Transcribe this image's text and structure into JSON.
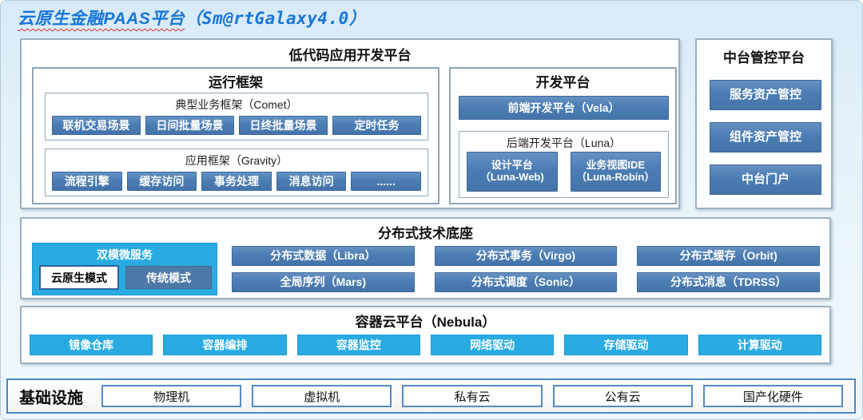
{
  "page": {
    "title_main": "云原生金融PAAS平台",
    "title_suffix": "（Sm@rtGalaxy4.0）"
  },
  "colors": {
    "title_blue": "#1876d7",
    "steel_blue": "#4b7db4",
    "cyan": "#29abe2",
    "wavy_underline_red": "#e0312b"
  },
  "low_code": {
    "title": "低代码应用开发平台",
    "runtime": {
      "title": "运行框架",
      "comet": {
        "title": "典型业务框架（Comet）",
        "buttons": [
          "联机交易场景",
          "日间批量场景",
          "日终批量场景",
          "定时任务"
        ]
      },
      "gravity": {
        "title": "应用框架（Gravity）",
        "buttons": [
          "流程引擎",
          "缓存访问",
          "事务处理",
          "消息访问",
          "......"
        ]
      }
    },
    "dev": {
      "title": "开发平台",
      "vela": "前端开发平台（Vela）",
      "luna": {
        "title": "后端开发平台（Luna）",
        "buttons": [
          {
            "line1": "设计平台",
            "line2": "（Luna-Web)"
          },
          {
            "line1": "业务视图IDE",
            "line2": "（Luna-Robin）"
          }
        ]
      }
    }
  },
  "middle_platform": {
    "title": "中台管控平台",
    "buttons": [
      "服务资产管控",
      "组件资产管控",
      "中台门户"
    ]
  },
  "distributed": {
    "title": "分布式技术底座",
    "dual_mode": {
      "title": "双模微服务",
      "cloud_native": "云原生模式",
      "traditional": "传统模式"
    },
    "buttons": [
      "分布式数据（Libra）",
      "分布式事务（Virgo)",
      "分布式缓存（Orbit)",
      "全局序列（Mars)",
      "分布式调度（Sonic）",
      "分布式消息（TDRSS）"
    ]
  },
  "container_cloud": {
    "title": "容器云平台（Nebula）",
    "buttons": [
      "镜像仓库",
      "容器编排",
      "容器监控",
      "网络驱动",
      "存储驱动",
      "计算驱动"
    ]
  },
  "infrastructure": {
    "title": "基础设施",
    "items": [
      "物理机",
      "虚拟机",
      "私有云",
      "公有云",
      "国产化硬件"
    ]
  }
}
